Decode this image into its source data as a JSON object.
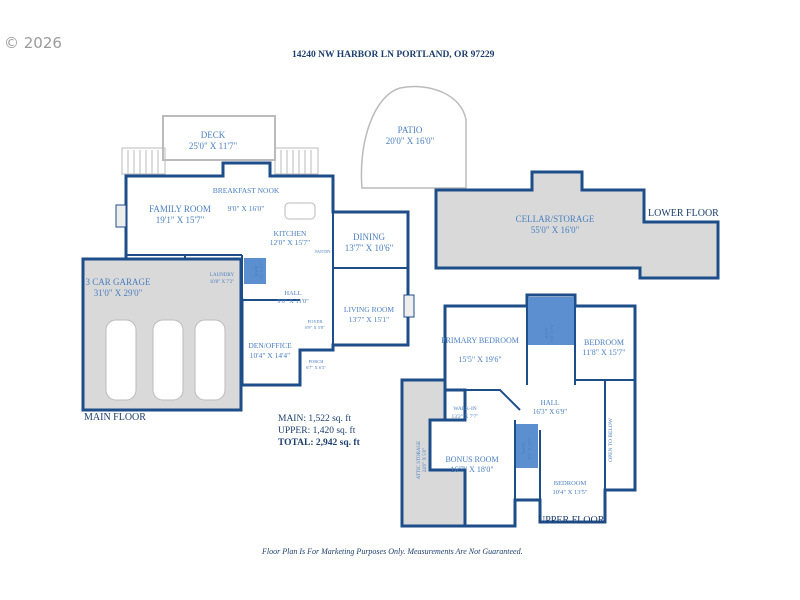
{
  "header": {
    "copyright": "© 2026",
    "address": "14240 NW HARBOR LN PORTLAND, OR 97229"
  },
  "colors": {
    "wall": "#1d4e89",
    "label": "#4a7fc0",
    "storage_fill": "#d9d9d9",
    "bath_fill": "#5b8fcf"
  },
  "floors": {
    "main": "MAIN FLOOR",
    "lower": "LOWER FLOOR",
    "upper": "UPPER FLOOR"
  },
  "rooms": {
    "deck": {
      "name": "DECK",
      "size": "25'0\" X 11'7\""
    },
    "patio": {
      "name": "PATIO",
      "size": "20'0\" X 16'0\""
    },
    "family": {
      "name": "FAMILY ROOM",
      "size": "19'1\" X 15'7\""
    },
    "nook": {
      "name": "BREAKFAST NOOK",
      "size": "9'0\" X 16'0\""
    },
    "kitchen": {
      "name": "KITCHEN",
      "size": "12'0\" X 15'7\""
    },
    "dining": {
      "name": "DINING",
      "size": "13'7\" X 10'6\""
    },
    "pantry": {
      "name": "PANTRY"
    },
    "garage": {
      "name": "3 CAR GARAGE",
      "size": "31'0\" X 29'0\""
    },
    "laundry": {
      "name": "LAUNDRY",
      "size": "10'8\" X 7'2\""
    },
    "main_bath": {
      "name": "BATH",
      "size": "5'0\" X 5'1\""
    },
    "main_hall": {
      "name": "HALL",
      "size": "9'0\" X 11'0\""
    },
    "living": {
      "name": "LIVING ROOM",
      "size": "13'7\" X 15'1\""
    },
    "foyer": {
      "name": "FOYER",
      "size": "6'9\" X 5'8\""
    },
    "den": {
      "name": "DEN/OFFICE",
      "size": "10'4\" X 14'4\""
    },
    "porch": {
      "name": "PORCH",
      "size": "6'7\" X 6'3\""
    },
    "cellar": {
      "name": "CELLAR/STORAGE",
      "size": "55'0\" X 16'0\""
    },
    "primary": {
      "name": "PRIMARY BEDROOM",
      "size": "15'5\" X 19'6\""
    },
    "primary_bath": {
      "name": "BATH",
      "size": "15'0\" X 9'0\""
    },
    "bedroom2": {
      "name": "BEDROOM",
      "size": "11'8\" X 15'7\""
    },
    "walkin": {
      "name": "WALK-IN",
      "size": "13'2\" X 7'7\""
    },
    "upper_hall": {
      "name": "HALL",
      "size": "16'3\" X 6'9\""
    },
    "attic": {
      "name": "ATTIC STORAGE",
      "size": "24'0\" X 5'0\""
    },
    "bonus": {
      "name": "BONUS ROOM",
      "size": "16'7\" X 18'0\""
    },
    "upper_bath": {
      "name": "BATH",
      "size": "5'4\" X 13'2\""
    },
    "bedroom3": {
      "name": "BEDROOM",
      "size": "10'4\" X 13'5\""
    },
    "open": {
      "name": "OPEN TO BELOW"
    }
  },
  "area": {
    "main": "MAIN: 1,522 sq. ft",
    "upper": "UPPER: 1,420 sq. ft",
    "total": "TOTAL: 2,942 sq. ft"
  },
  "footer": {
    "disclaimer": "Floor Plan Is For Marketing Purposes Only. Measurements Are Not Guaranteed."
  }
}
